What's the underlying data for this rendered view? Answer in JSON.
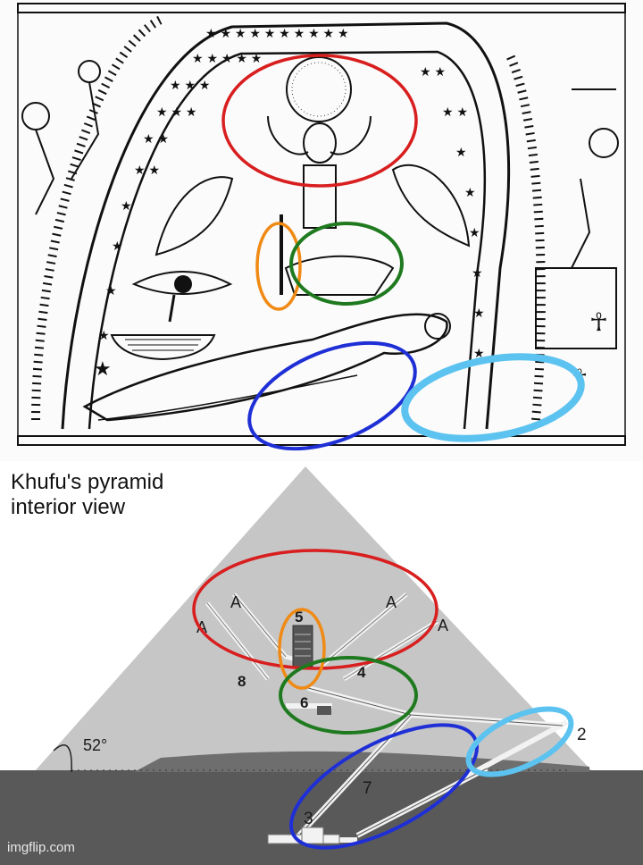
{
  "diagram": {
    "title_line1": "Khufu's pyramid",
    "title_line2": "interior view",
    "angle_label": "52°",
    "labels": {
      "a1": "A",
      "a2": "A",
      "a3": "A",
      "a4": "A",
      "n2": "2",
      "n3": "3",
      "n4": "4",
      "n5": "5",
      "n6": "6",
      "n7": "7",
      "n8": "8"
    },
    "watermark": "imgflip.com"
  },
  "highlight_colors": {
    "red": "#d81e1e",
    "orange": "#f08a14",
    "green": "#1f7a1f",
    "blue": "#1f2fd6",
    "light_blue": "#5cc3f0"
  }
}
